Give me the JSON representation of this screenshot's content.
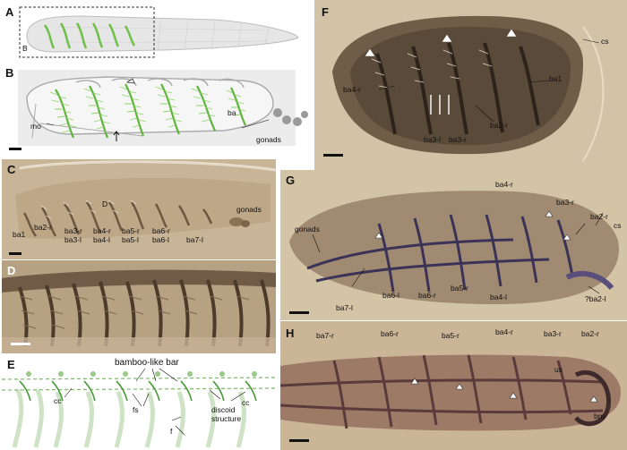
{
  "panels": {
    "A": {
      "label": "A",
      "inset_label": "B"
    },
    "B": {
      "label": "B",
      "mo": "mo",
      "ba": "ba",
      "gonads": "gonads"
    },
    "C": {
      "label": "C",
      "D": "D",
      "gonads": "gonads",
      "labels": [
        "ba1",
        "ba2-r",
        "ba3-r",
        "ba3-l",
        "ba4-r",
        "ba4-l",
        "ba5-r",
        "ba5-l",
        "ba6-r",
        "ba6-l",
        "ba7-l"
      ]
    },
    "D": {
      "label": "D"
    },
    "E": {
      "label": "E",
      "bamboo": "bamboo-like bar",
      "cc_left": "cc",
      "cc_right": "cc",
      "fs": "fs",
      "discoid1": "discoid",
      "discoid2": "structure",
      "f": "f"
    },
    "F": {
      "label": "F",
      "cs": "cs",
      "ba4r": "ba4-r",
      "ba1": "ba1",
      "ba2r": "ba2-r",
      "ba3l": "ba3-l",
      "ba3r": "ba3-r"
    },
    "G": {
      "label": "G",
      "ba4r": "ba4-r",
      "ba3r": "ba3-r",
      "ba2r": "ba2-r",
      "cs": "cs",
      "gonads": "gonads",
      "ba7l": "ba7-l",
      "ba6l": "ba6-l",
      "ba6r": "ba6-r",
      "ba5r": "ba5-r",
      "ba4l": "ba4-l",
      "ba2l": "?ba2-l"
    },
    "H": {
      "label": "H",
      "ba7r": "ba7-r",
      "ba6r": "ba6-r",
      "ba5r": "ba5-r",
      "ba4r": "ba4-r",
      "ba3r": "ba3-r",
      "ba2r": "ba2-r",
      "us": "us",
      "bm": "bm"
    }
  }
}
